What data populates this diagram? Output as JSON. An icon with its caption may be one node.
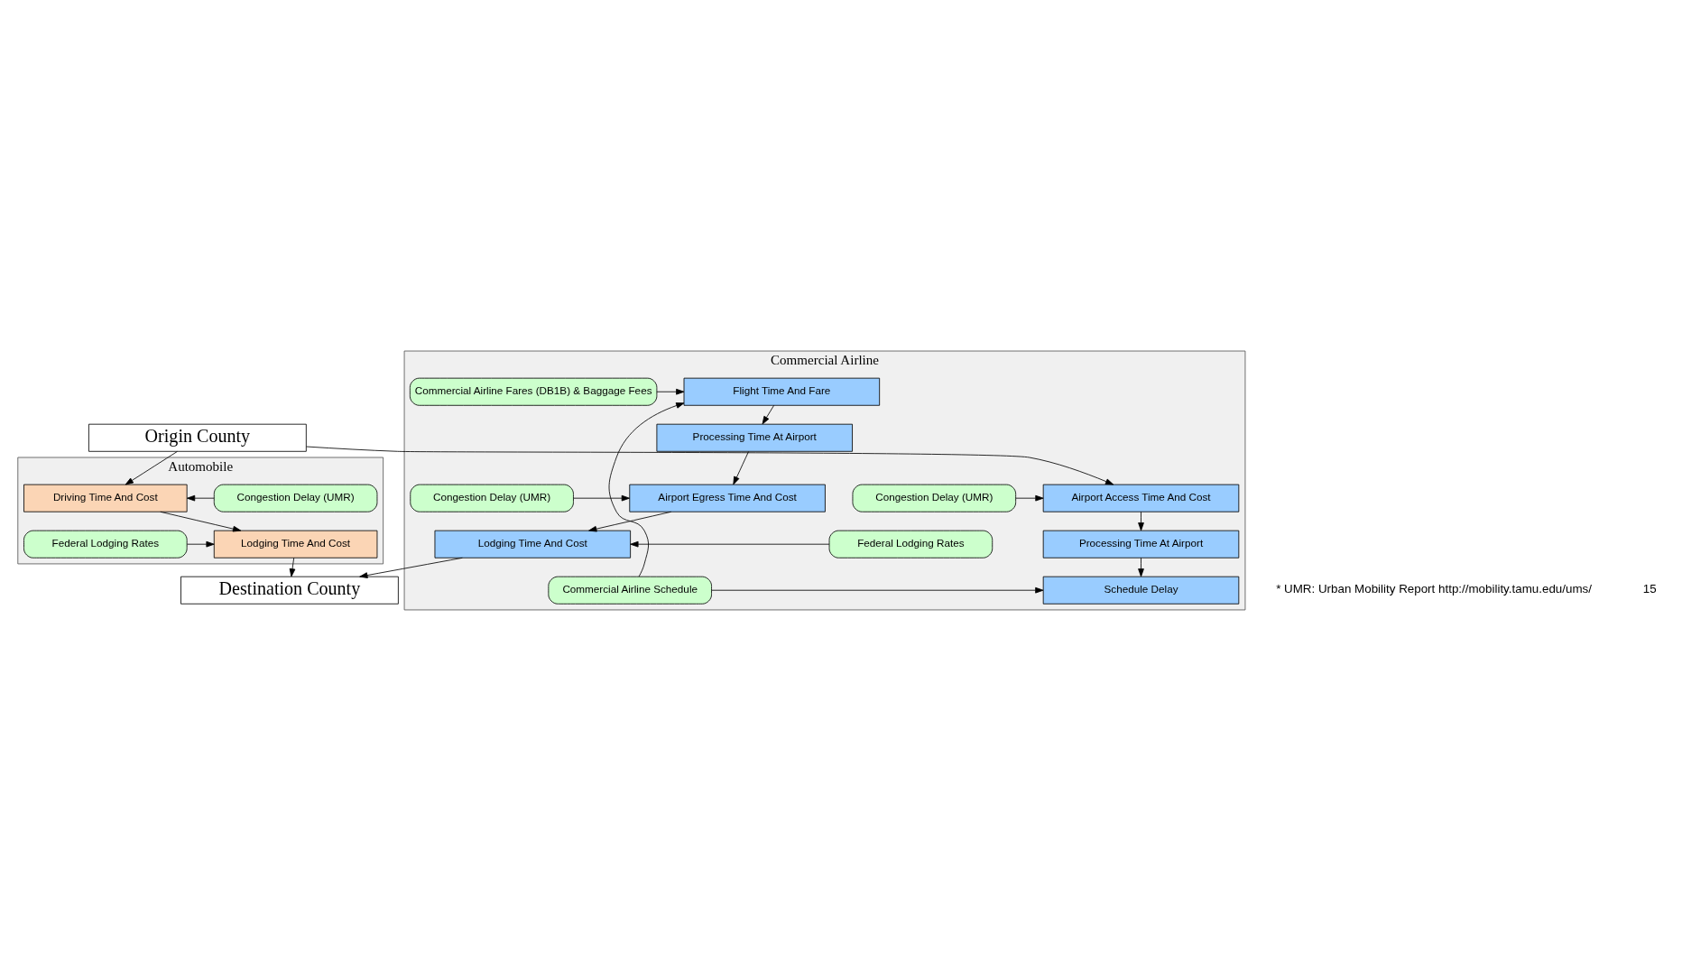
{
  "diagram": {
    "nodes": [
      {
        "text": [
          "Origin County"
        ]
      },
      {
        "text": [
          "Automobile"
        ]
      },
      {
        "text": [
          "Congestion Delay (UMR)"
        ],
        "in": 1
      },
      {
        "text": [
          "Driving Time And Cost"
        ],
        "in": 1
      },
      {
        "text": [
          "Federal Lodging Rates"
        ],
        "in": 1
      },
      {
        "text": [
          "Lodging Time And Cost"
        ],
        "in": 1
      },
      {
        "text": [
          "Commercial Airline"
        ]
      },
      {
        "text": [
          "Airport Access Time And Cost"
        ],
        "in": 6
      },
      {
        "text": [
          "Congestion Delay (UMR)"
        ],
        "in": 6
      },
      {
        "text": [
          "Processing Time At Airport"
        ],
        "in": 6
      },
      {
        "text": [
          "Schedule Delay"
        ],
        "in": 6
      },
      {
        "text": [
          "Commercial Airline Schedule"
        ],
        "in": 6
      },
      {
        "text": [
          "Flight Time And Fare"
        ],
        "in": 6
      },
      {
        "text": [
          "Commercial Airline Fares (DB1B) & Baggage Fees"
        ],
        "in": 6
      },
      {
        "text": [
          "Processing Time At Airport"
        ],
        "in": 6
      },
      {
        "text": [
          "Airport Egress Time And Cost"
        ],
        "in": 6
      },
      {
        "text": [
          "Congestion Delay (UMR)"
        ],
        "in": 6
      },
      {
        "text": [
          "Lodging Time And Cost"
        ],
        "in": 6
      },
      {
        "text": [
          "Federal Lodging Rates"
        ],
        "in": 6
      },
      {
        "text": [
          "Destination County"
        ]
      }
    ],
    "edges": [
      {
        "from": 0,
        "to": 3,
        "arrow": "to"
      },
      {
        "from": 0,
        "to": 7,
        "arrow": "to"
      },
      {
        "from": 2,
        "to": 3,
        "arrow": "to"
      },
      {
        "from": 3,
        "to": 5,
        "arrow": "to"
      },
      {
        "from": 4,
        "to": 5,
        "arrow": "to"
      },
      {
        "from": 8,
        "to": 7,
        "arrow": "to"
      },
      {
        "from": 7,
        "to": 9,
        "arrow": "to"
      },
      {
        "from": 9,
        "to": 10,
        "arrow": "to"
      },
      {
        "from": 11,
        "to": 10,
        "arrow": "to"
      },
      {
        "from": 11,
        "to": 12,
        "arrow": "to"
      },
      {
        "from": 13,
        "to": 12,
        "arrow": "to"
      },
      {
        "from": 12,
        "to": 14,
        "arrow": "to"
      },
      {
        "from": 14,
        "to": 15,
        "arrow": "to"
      },
      {
        "from": 16,
        "to": 15,
        "arrow": "to"
      },
      {
        "from": 15,
        "to": 17,
        "arrow": "to"
      },
      {
        "from": 18,
        "to": 17,
        "arrow": "to"
      },
      {
        "from": 5,
        "to": 19,
        "arrow": "to"
      },
      {
        "from": 17,
        "to": 19,
        "arrow": "to"
      }
    ],
    "labels": [
      "* UMR: Urban Mobility Report http://mobility.tamu.edu/ums/",
      "15"
    ]
  }
}
